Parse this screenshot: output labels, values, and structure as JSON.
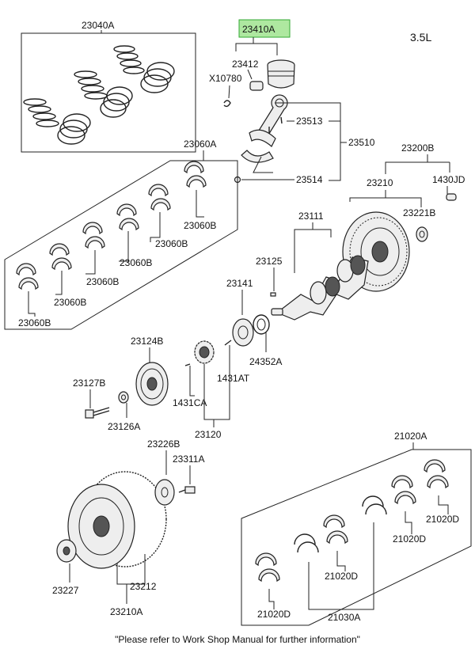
{
  "engine": "3.5L",
  "footer": "\"Please refer to Work Shop Manual for further information\"",
  "highlight_color": "#aee8a0",
  "labels": {
    "p23040A": "23040A",
    "p23410A": "23410A",
    "p23412": "23412",
    "pX10780": "X10780",
    "p23513": "23513",
    "p23510": "23510",
    "p23514": "23514",
    "p23060A": "23060A",
    "p23060B": "23060B",
    "p23200B": "23200B",
    "p23210": "23210",
    "p1430JD": "1430JD",
    "p23221B": "23221B",
    "p23111": "23111",
    "p23125": "23125",
    "p23141": "23141",
    "p24352A": "24352A",
    "p23124B": "23124B",
    "p1431AT": "1431AT",
    "p1431CA": "1431CA",
    "p23127B": "23127B",
    "p23126A": "23126A",
    "p23120": "23120",
    "p23226B": "23226B",
    "p23311A": "23311A",
    "p23227": "23227",
    "p23212": "23212",
    "p23210A": "23210A",
    "p21020A": "21020A",
    "p21020D": "21020D",
    "p21030A": "21030A"
  }
}
